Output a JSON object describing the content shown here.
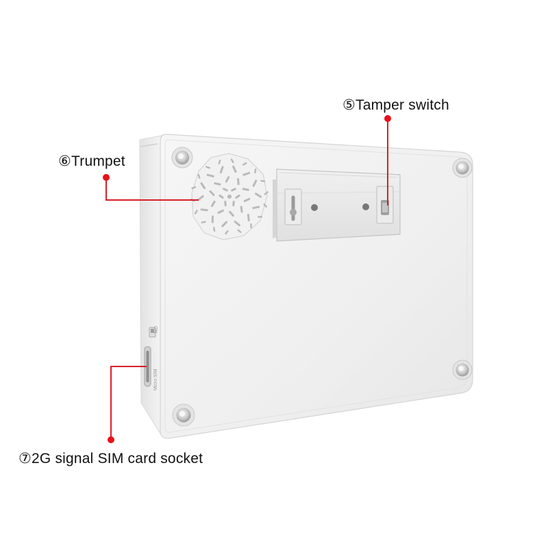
{
  "callouts": {
    "tamper": {
      "number": "⑤",
      "text": "Tamper switch"
    },
    "trumpet": {
      "number": "⑥",
      "text": "Trumpet"
    },
    "sim": {
      "number": "⑦",
      "text": "2G signal SIM card socket"
    }
  },
  "device": {
    "slot_label": "Micro SIM",
    "switch_label": "ON"
  },
  "colors": {
    "callout_line": "#d81f26",
    "callout_dot": "#e8101a",
    "device_body": "#f2f2f2",
    "device_edge": "#d6d6d6"
  }
}
